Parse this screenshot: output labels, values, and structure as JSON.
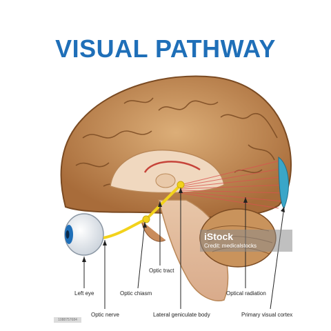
{
  "title": "VISUAL PATHWAY",
  "labels": {
    "left_eye": "Left eye",
    "optic_nerve": "Optic nerve",
    "optic_chiasm": "Optic chiasm",
    "optic_tract": "Optic tract",
    "lateral_geniculate_body": "Lateral geniculate body",
    "optical_radiation": "Optical radiation",
    "primary_visual_cortex": "Primary visual cortex"
  },
  "watermark": {
    "brand": "iStock",
    "credit": "Credit: medicalstocks"
  },
  "stock_id": "1088757684",
  "colors": {
    "title": "#1f6fb8",
    "brain": "#c9935c",
    "nerve": "#f2d21c",
    "radiation": "#d9534f",
    "cortex": "#3aa6c8"
  }
}
